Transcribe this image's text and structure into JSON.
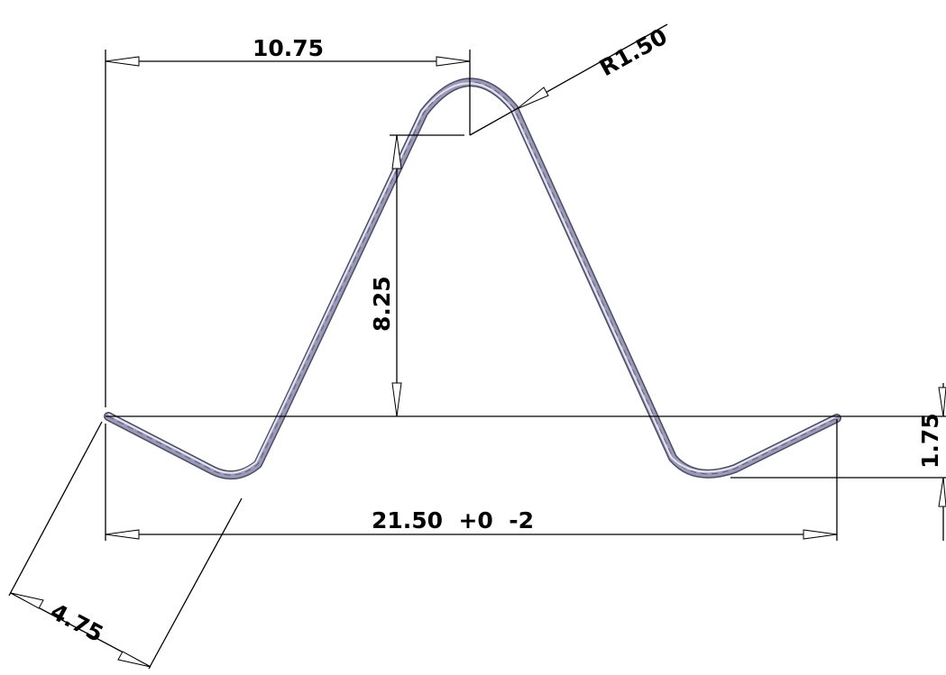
{
  "drawing": {
    "dimensions": {
      "top_width": "10.75",
      "radius": "R1.50",
      "height": "8.25",
      "overall_width": "21.50  +0  -2",
      "right_drop": "1.75",
      "leg_length": "4.75"
    },
    "colors": {
      "line": "#000000",
      "wire": "#9a9ab8",
      "wire_shadow": "#4d4d66",
      "background": "#ffffff"
    }
  }
}
